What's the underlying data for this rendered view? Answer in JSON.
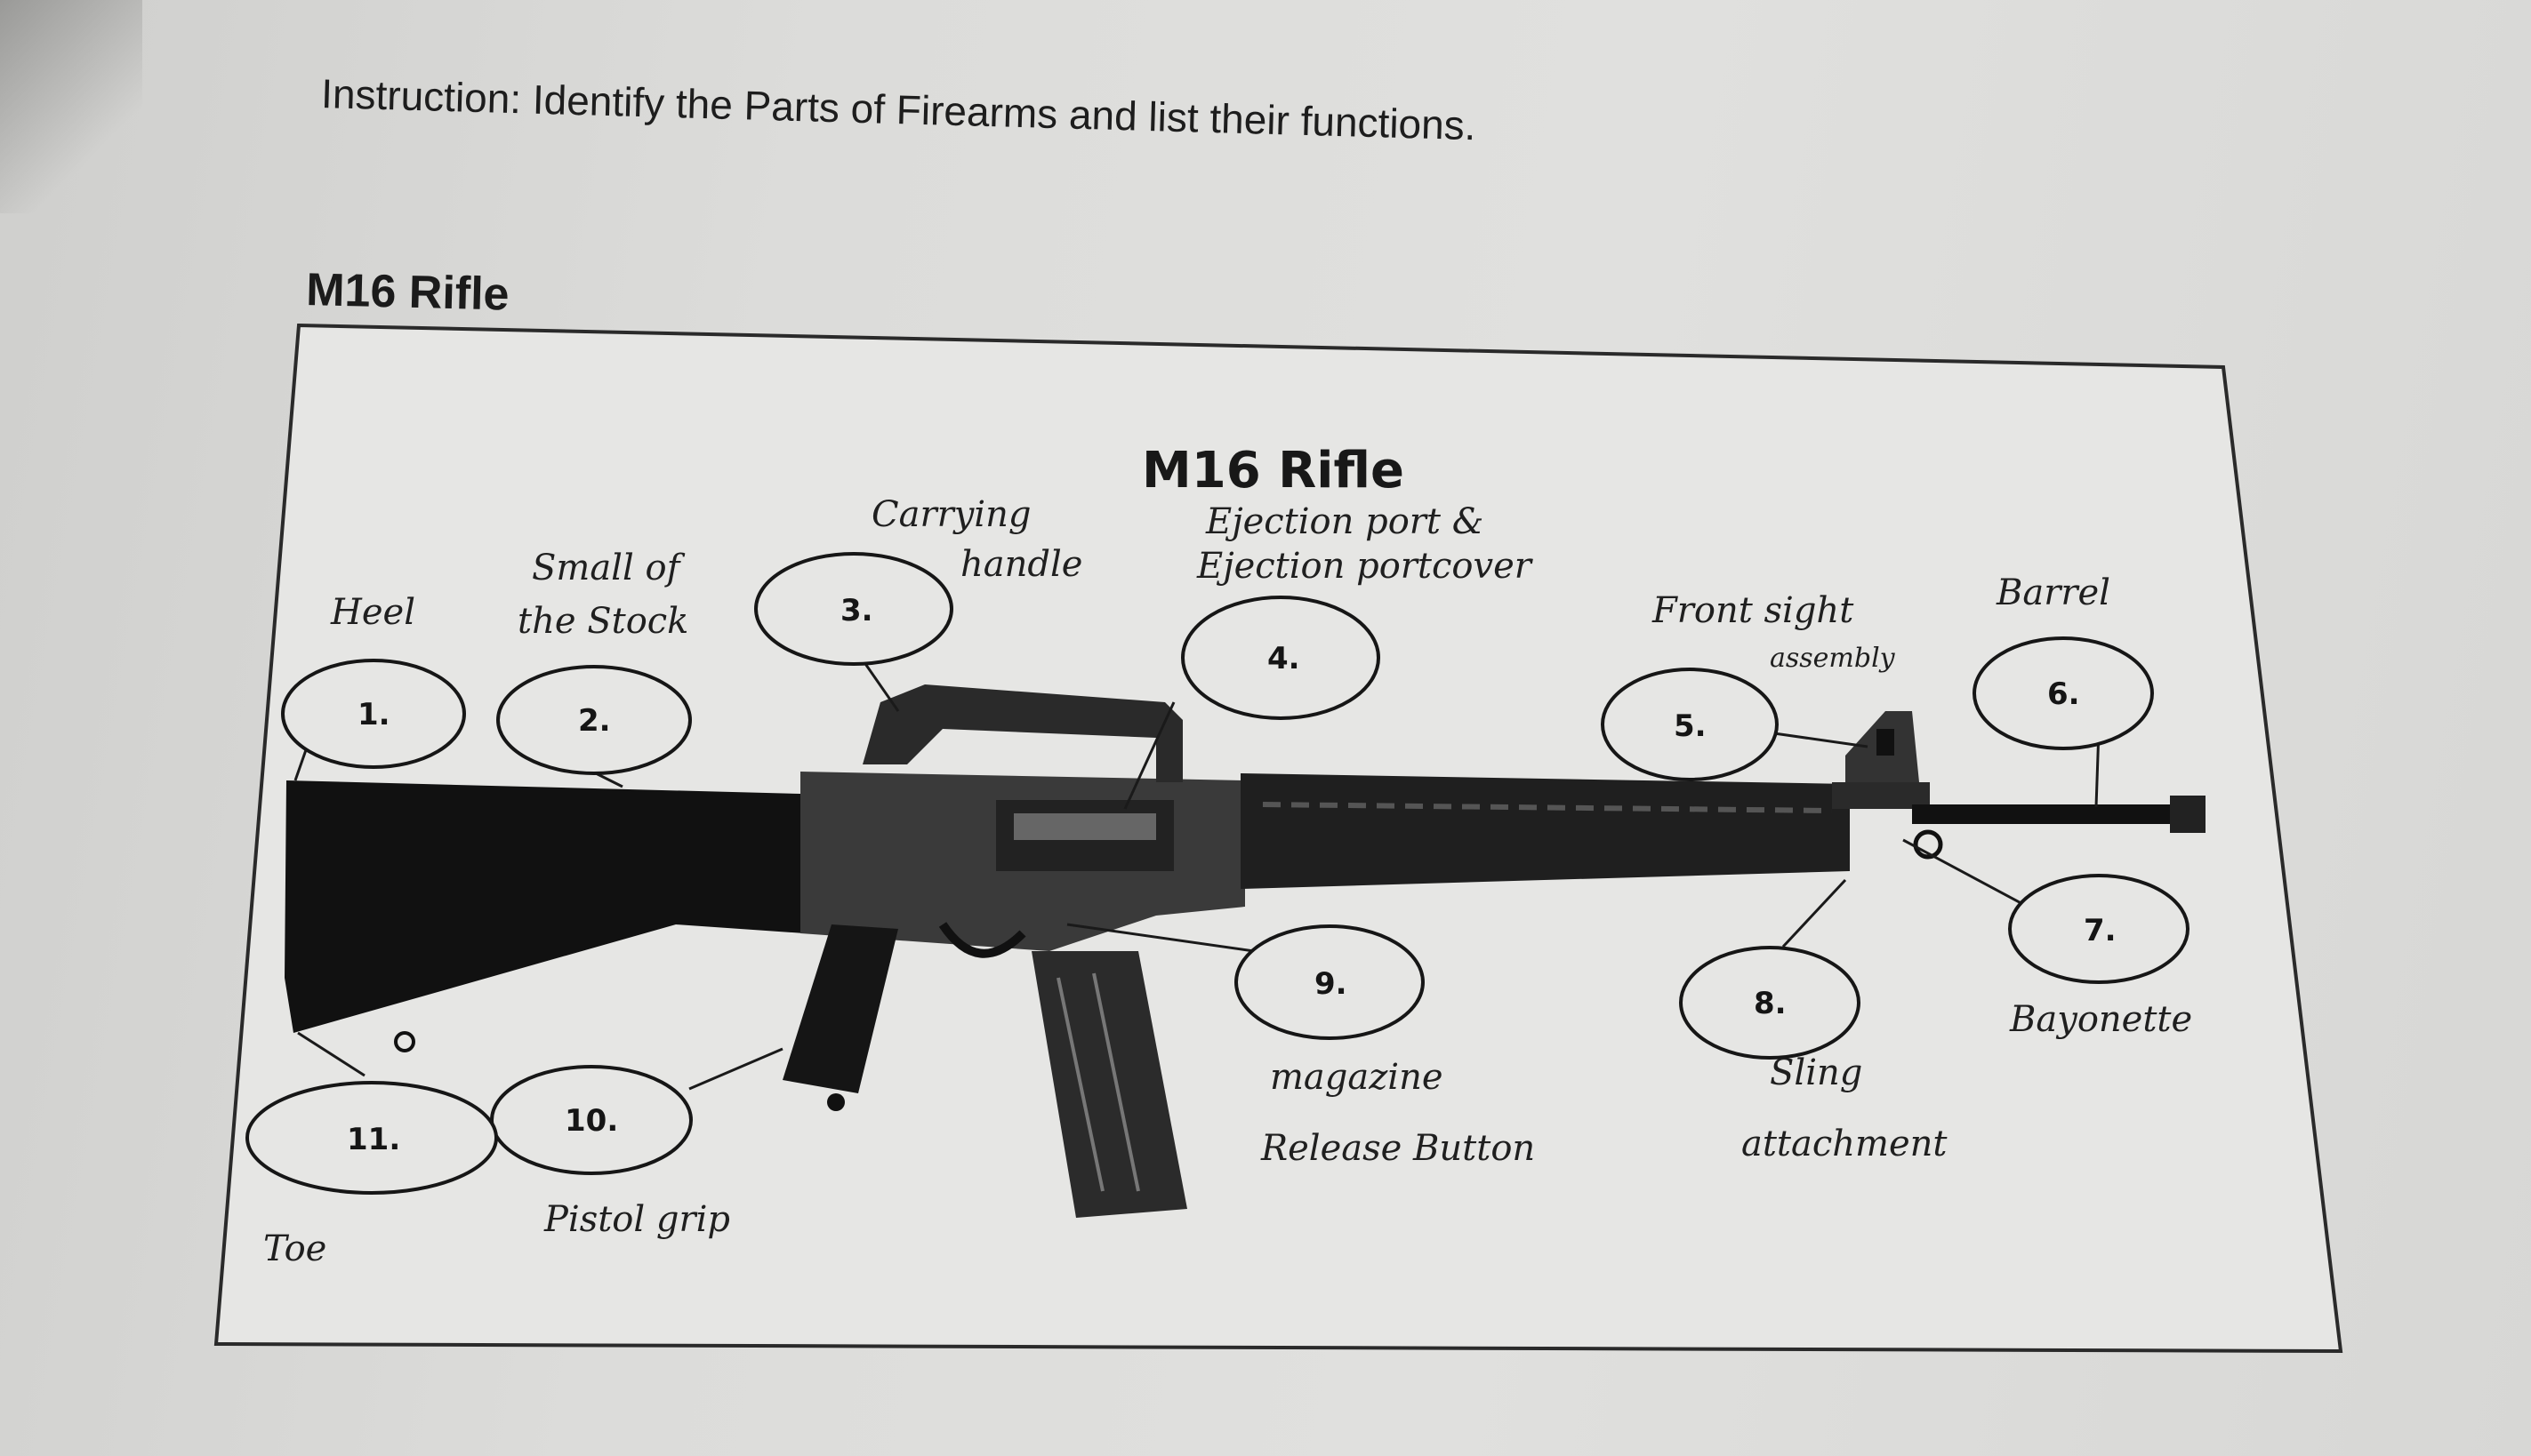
{
  "instruction": "Instruction: Identify the Parts of Firearms and list their functions.",
  "section_title": "M16 Rifle",
  "figure": {
    "title": "M16 Rifle",
    "callouts": [
      {
        "num": "1.",
        "label": "Heel"
      },
      {
        "num": "2.",
        "label": "Small of the Stock"
      },
      {
        "num": "3.",
        "label": "Carrying handle"
      },
      {
        "num": "4.",
        "label": "Ejection port & Ejection portcover"
      },
      {
        "num": "5.",
        "label": "Front sight assembly"
      },
      {
        "num": "6.",
        "label": "Barrel"
      },
      {
        "num": "7.",
        "label": "Bayonette"
      },
      {
        "num": "8.",
        "label": "Sling attachment"
      },
      {
        "num": "9.",
        "label": "magazine Release Button"
      },
      {
        "num": "10.",
        "label": "Pistol grip"
      },
      {
        "num": "11.",
        "label": "Toe"
      }
    ],
    "handwritten": {
      "heel": "Heel",
      "small_of_stock_1": "Small of",
      "small_of_stock_2": "the Stock",
      "carrying_1": "Carrying",
      "carrying_2": "handle",
      "ejection_1": "Ejection port &",
      "ejection_2": "Ejection portcover",
      "front_sight_1": "Front sight",
      "front_sight_2": "assembly",
      "barrel": "Barrel",
      "bayonette": "Bayonette",
      "sling_1": "Sling",
      "sling_2": "attachment",
      "magazine_1": "magazine",
      "magazine_2": "Release Button",
      "pistol_grip": "Pistol grip",
      "toe": "Toe"
    }
  }
}
